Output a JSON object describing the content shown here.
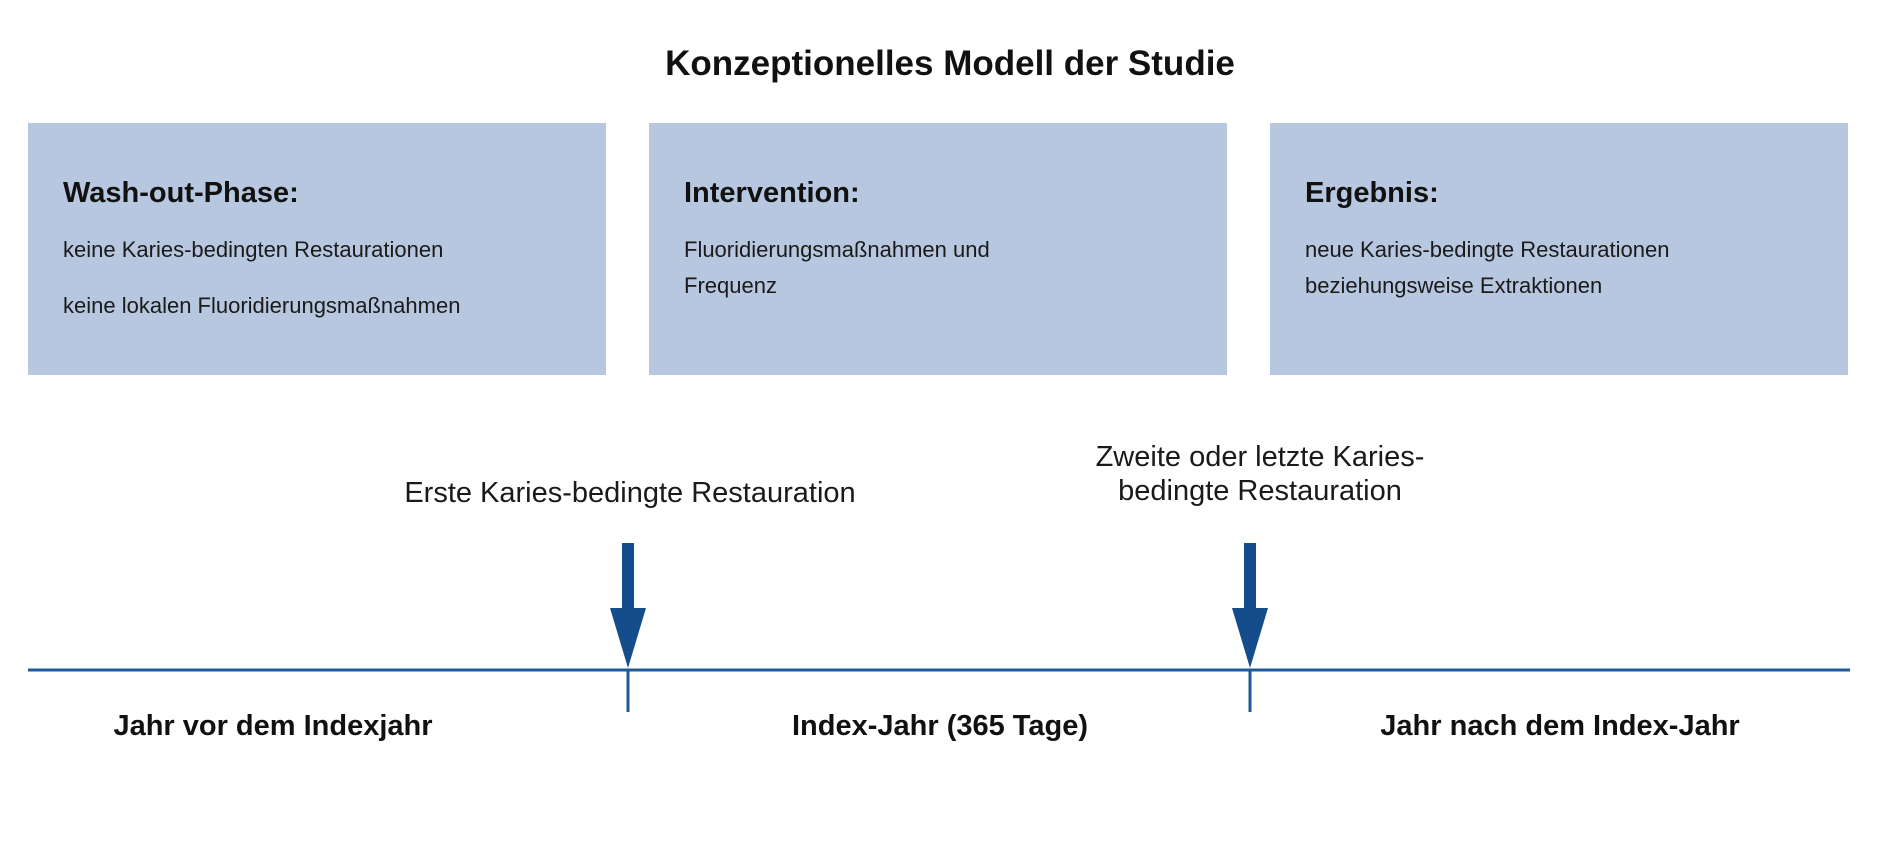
{
  "title": "Konzeptionelles Modell der Studie",
  "boxes": [
    {
      "heading": "Wash-out-Phase:",
      "lines": [
        "keine Karies-bedingten Restaurationen",
        "keine lokalen Fluoridierungsmaßnahmen"
      ]
    },
    {
      "heading": "Intervention:",
      "lines": [
        "Fluoridierungsmaßnahmen und",
        "Frequenz"
      ]
    },
    {
      "heading": "Ergebnis:",
      "lines": [
        "neue Karies-bedingte Restaurationen",
        "beziehungsweise Extraktionen"
      ]
    }
  ],
  "events": {
    "first": "Erste Karies-bedingte Restauration",
    "second_line1": "Zweite oder letzte Karies-",
    "second_line2": "bedingte Restauration"
  },
  "periods": [
    "Jahr vor dem Indexjahr",
    "Index-Jahr (365 Tage)",
    "Jahr nach dem Index-Jahr"
  ],
  "colors": {
    "box_fill": "#b6c7df",
    "timeline": "#1c5a98",
    "arrow": "#144c8c"
  }
}
